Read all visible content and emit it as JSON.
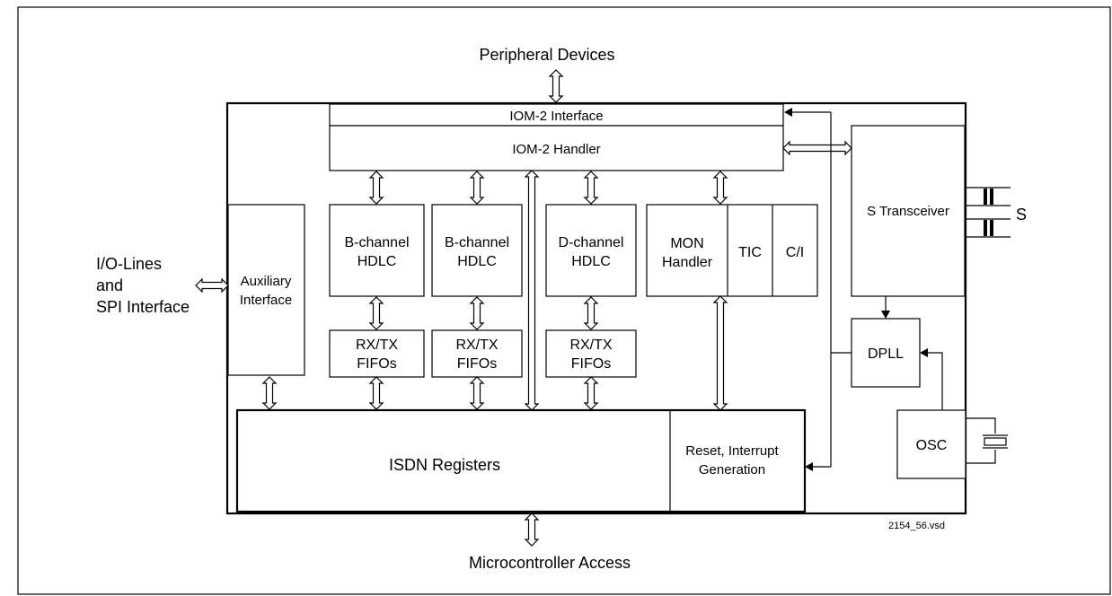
{
  "diagram": {
    "labels": {
      "peripheral_devices": "Peripheral Devices",
      "microcontroller_access": "Microcontroller Access",
      "io_lines": [
        "I/O-Lines",
        "and",
        "SPI Interface"
      ],
      "s_label": "S",
      "file_id": "2154_56.vsd"
    },
    "blocks": {
      "iom2_interface": "IOM-2 Interface",
      "iom2_handler": "IOM-2 Handler",
      "auxiliary_interface": [
        "Auxiliary",
        "Interface"
      ],
      "b_channel_hdlc_1": [
        "B-channel",
        "HDLC"
      ],
      "b_channel_hdlc_2": [
        "B-channel",
        "HDLC"
      ],
      "d_channel_hdlc": [
        "D-channel",
        "HDLC"
      ],
      "mon_handler": [
        "MON",
        "Handler"
      ],
      "tic": "TIC",
      "ci": "C/I",
      "s_transceiver": "S Transceiver",
      "fifo_1": [
        "RX/TX",
        "FIFOs"
      ],
      "fifo_2": [
        "RX/TX",
        "FIFOs"
      ],
      "fifo_3": [
        "RX/TX",
        "FIFOs"
      ],
      "dpll": "DPLL",
      "osc": "OSC",
      "isdn_registers": "ISDN Registers",
      "reset_interrupt": [
        "Reset, Interrupt",
        "Generation"
      ]
    }
  }
}
